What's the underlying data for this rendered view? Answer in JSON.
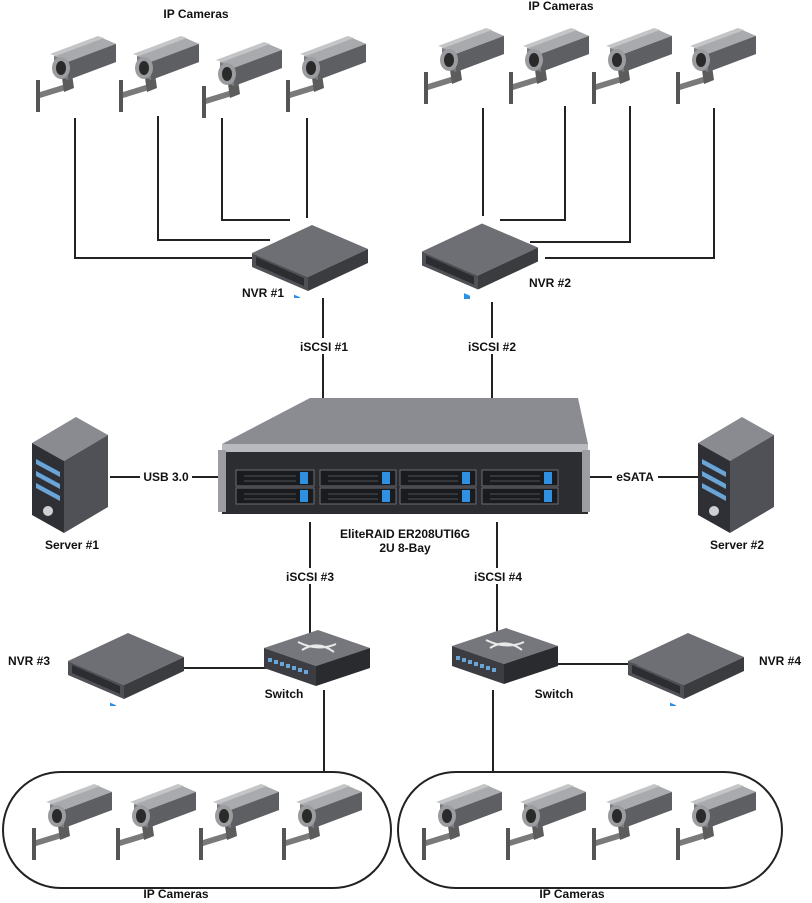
{
  "labels": {
    "cameras_top_left": "IP Cameras",
    "cameras_top_right": "IP Cameras",
    "cameras_bottom_left": "IP Cameras",
    "cameras_bottom_right": "IP Cameras",
    "nvr1": "NVR #1",
    "nvr2": "NVR #2",
    "nvr3": "NVR #3",
    "nvr4": "NVR #4",
    "iscsi1": "iSCSI #1",
    "iscsi2": "iSCSI #2",
    "iscsi3": "iSCSI #3",
    "iscsi4": "iSCSI #4",
    "usb": "USB 3.0",
    "esata": "eSATA",
    "server1": "Server #1",
    "server2": "Server #2",
    "switch_left": "Switch",
    "switch_right": "Switch",
    "storage_model": "EliteRAID ER208UTI6G",
    "storage_desc": "2U 8-Bay"
  },
  "colors": {
    "line": "#222222",
    "device_top": "#6d6e73",
    "device_front": "#2e2f33",
    "drive_led": "#2f8fe0",
    "server_body": "#3a3b40"
  }
}
